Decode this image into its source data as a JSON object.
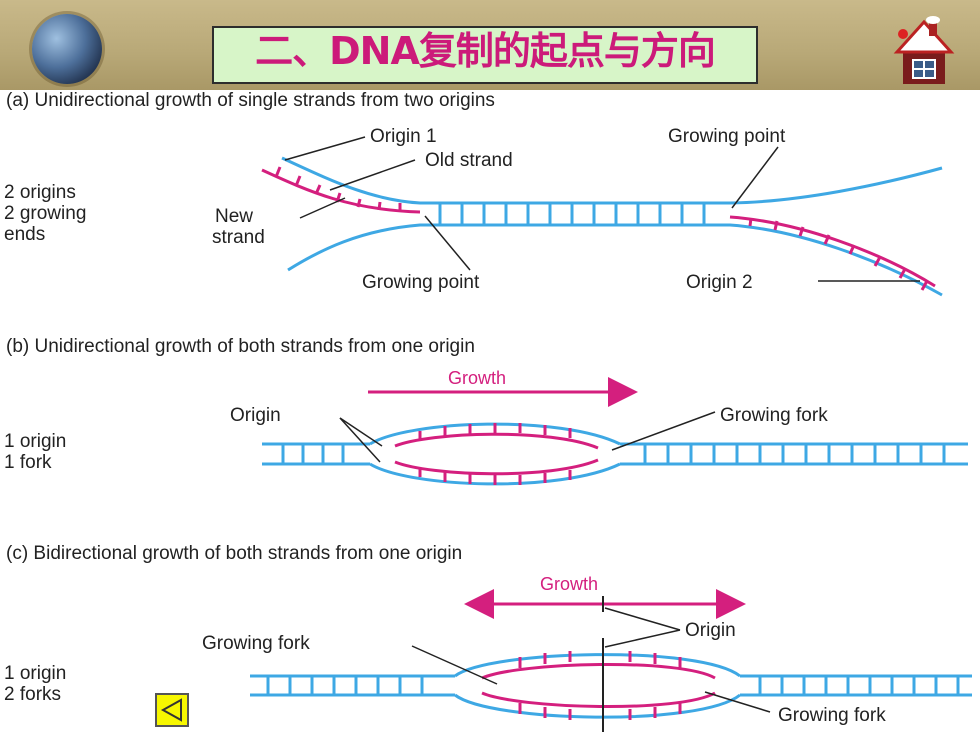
{
  "header": {
    "title": "二、DNA复制的起点与方向",
    "globe_icon": "globe-icon",
    "home_icon": "house-icon"
  },
  "colors": {
    "old_strand": "#3ea8e4",
    "new_strand": "#d41f7e",
    "title_text": "#cc1a7a",
    "title_bg": "#d7f5c8"
  },
  "panel_a": {
    "heading": "(a)  Unidirectional growth of single strands from two origins",
    "side_label_1": "2 origins",
    "side_label_2": "2 growing",
    "side_label_3": "ends",
    "origin1": "Origin 1",
    "old_strand": "Old strand",
    "new_strand_1": "New",
    "new_strand_2": "strand",
    "growing_point_top": "Growing point",
    "growing_point_bottom": "Growing point",
    "origin2": "Origin 2"
  },
  "panel_b": {
    "heading": "(b)  Unidirectional growth of both strands from one origin",
    "growth": "Growth",
    "origin": "Origin",
    "growing_fork": "Growing fork",
    "side_label_1": "1 origin",
    "side_label_2": "1 fork"
  },
  "panel_c": {
    "heading": "(c)  Bidirectional growth of both strands from one origin",
    "growth": "Growth",
    "origin": "Origin",
    "growing_fork_left": "Growing fork",
    "growing_fork_right": "Growing fork",
    "side_label_1": "1 origin",
    "side_label_2": "2 forks"
  },
  "nav": {
    "prev_icon": "triangle-left-icon"
  }
}
